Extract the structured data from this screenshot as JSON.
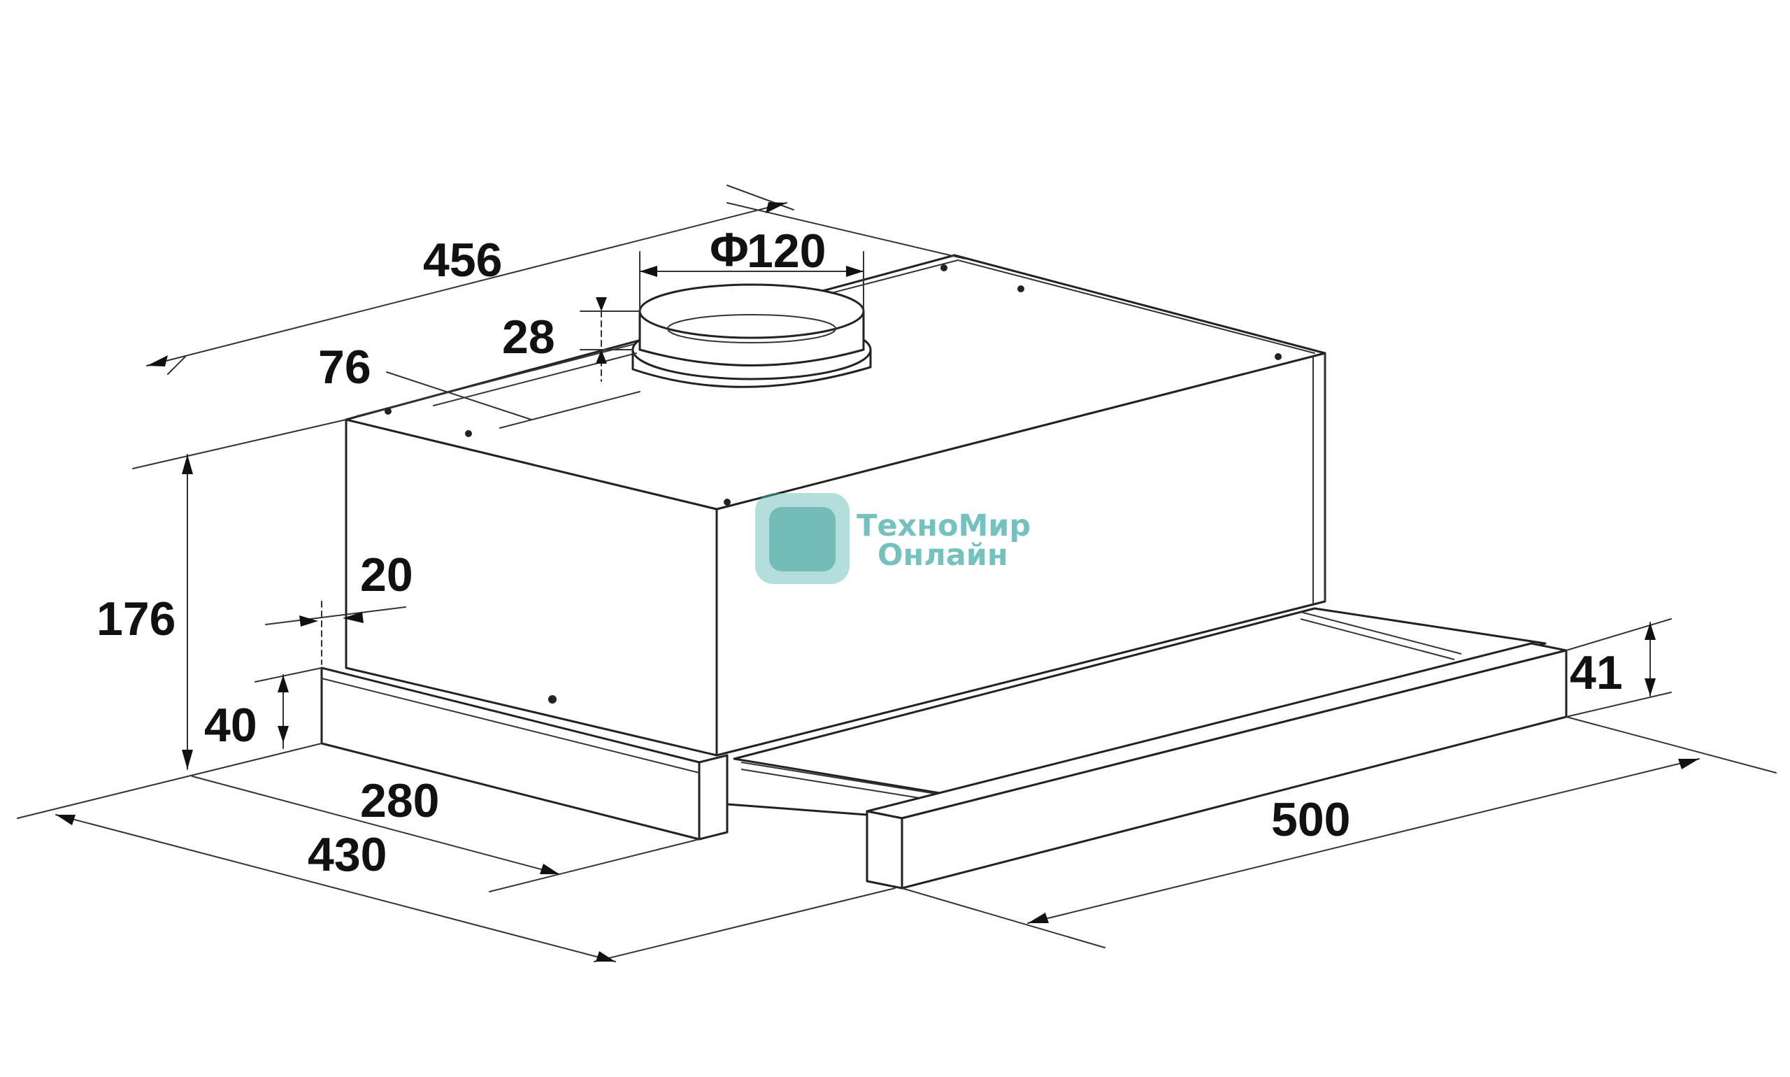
{
  "dimensions": {
    "width_top": "456",
    "duct_diameter_symbol": "Φ",
    "duct_diameter": "120",
    "duct_height": "28",
    "duct_offset": "76",
    "total_height": "176",
    "front_inset": "20",
    "front_panel_height": "40",
    "bottom_depth": "280",
    "total_depth": "430",
    "slider_width": "500",
    "slider_height": "41"
  },
  "watermark": {
    "line1": "ТехноМир",
    "line2": "Онлайн",
    "color": "#5bb8b4"
  }
}
